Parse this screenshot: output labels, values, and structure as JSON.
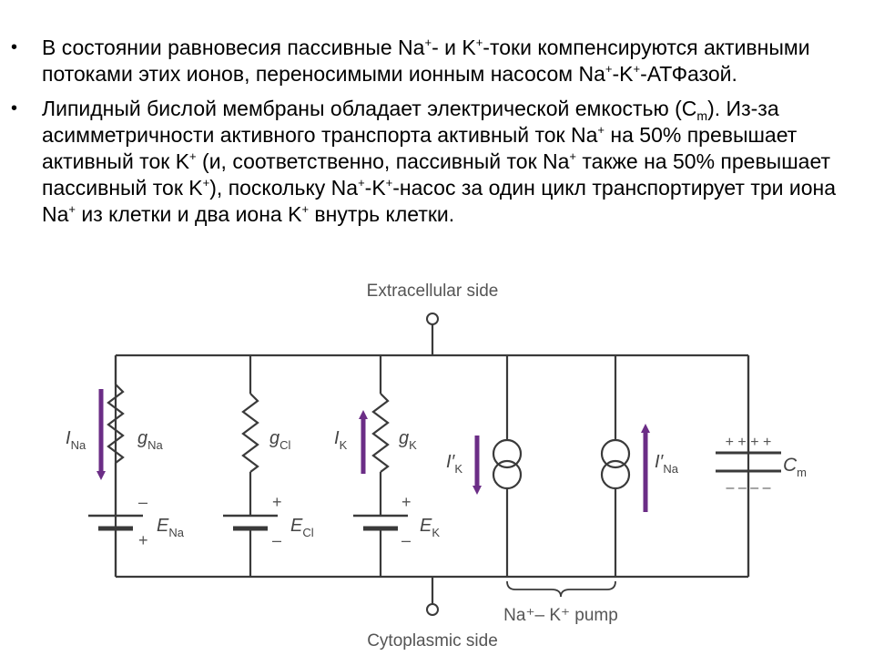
{
  "bullets": [
    {
      "segments": [
        {
          "t": "В состоянии равновесия пассивные Na"
        },
        {
          "t": "+",
          "sup": true
        },
        {
          "t": "- и K"
        },
        {
          "t": "+",
          "sup": true
        },
        {
          "t": "-токи компенсируются активными потоками этих ионов, переносимыми ионным насосом Na"
        },
        {
          "t": "+",
          "sup": true
        },
        {
          "t": "-K"
        },
        {
          "t": "+",
          "sup": true
        },
        {
          "t": "-АТФазой."
        }
      ]
    },
    {
      "segments": [
        {
          "t": "Липидный бислой мембраны обладает электрической емкостью (C"
        },
        {
          "t": "m",
          "sub": true
        },
        {
          "t": "). Из-за асимметричности активного транспорта активный ток Na"
        },
        {
          "t": "+",
          "sup": true
        },
        {
          "t": " на 50% превышает активный ток K"
        },
        {
          "t": "+",
          "sup": true
        },
        {
          "t": " (и, соответственно, пассивный ток Na"
        },
        {
          "t": "+",
          "sup": true
        },
        {
          "t": " также на 50% превышает пассивный ток K"
        },
        {
          "t": "+",
          "sup": true
        },
        {
          "t": "), поскольку Na"
        },
        {
          "t": "+",
          "sup": true
        },
        {
          "t": "-K"
        },
        {
          "t": "+",
          "sup": true
        },
        {
          "t": "-насос за один цикл транспортирует три иона Na"
        },
        {
          "t": "+",
          "sup": true
        },
        {
          "t": " из клетки и два иона K"
        },
        {
          "t": "+",
          "sup": true
        },
        {
          "t": " внутрь клетки."
        }
      ]
    }
  ],
  "diagram": {
    "extracellular_label": "Extracellular side",
    "cytoplasmic_label": "Cytoplasmic side",
    "pump_label": "Na⁺– K⁺ pump",
    "na_branch": {
      "current": "I",
      "current_sub": "Na",
      "conductance": "g",
      "conductance_sub": "Na",
      "emf": "E",
      "emf_sub": "Na",
      "top_sign": "–",
      "bottom_sign": "+"
    },
    "cl_branch": {
      "conductance": "g",
      "conductance_sub": "Cl",
      "emf": "E",
      "emf_sub": "Cl",
      "top_sign": "+",
      "bottom_sign": "–"
    },
    "k_branch": {
      "current": "I",
      "current_sub": "K",
      "conductance": "g",
      "conductance_sub": "K",
      "emf": "E",
      "emf_sub": "K",
      "top_sign": "+",
      "bottom_sign": "–"
    },
    "pump_k": {
      "current": "I′",
      "current_sub": "K"
    },
    "pump_na": {
      "current": "I′",
      "current_sub": "Na"
    },
    "capacitor": {
      "label": "C",
      "label_sub": "m",
      "top_signs": "+ + + +",
      "bottom_signs": "– – – –"
    },
    "colors": {
      "arrow": "#6b2d86",
      "wire": "#3a3a3a",
      "label": "#555555"
    }
  }
}
